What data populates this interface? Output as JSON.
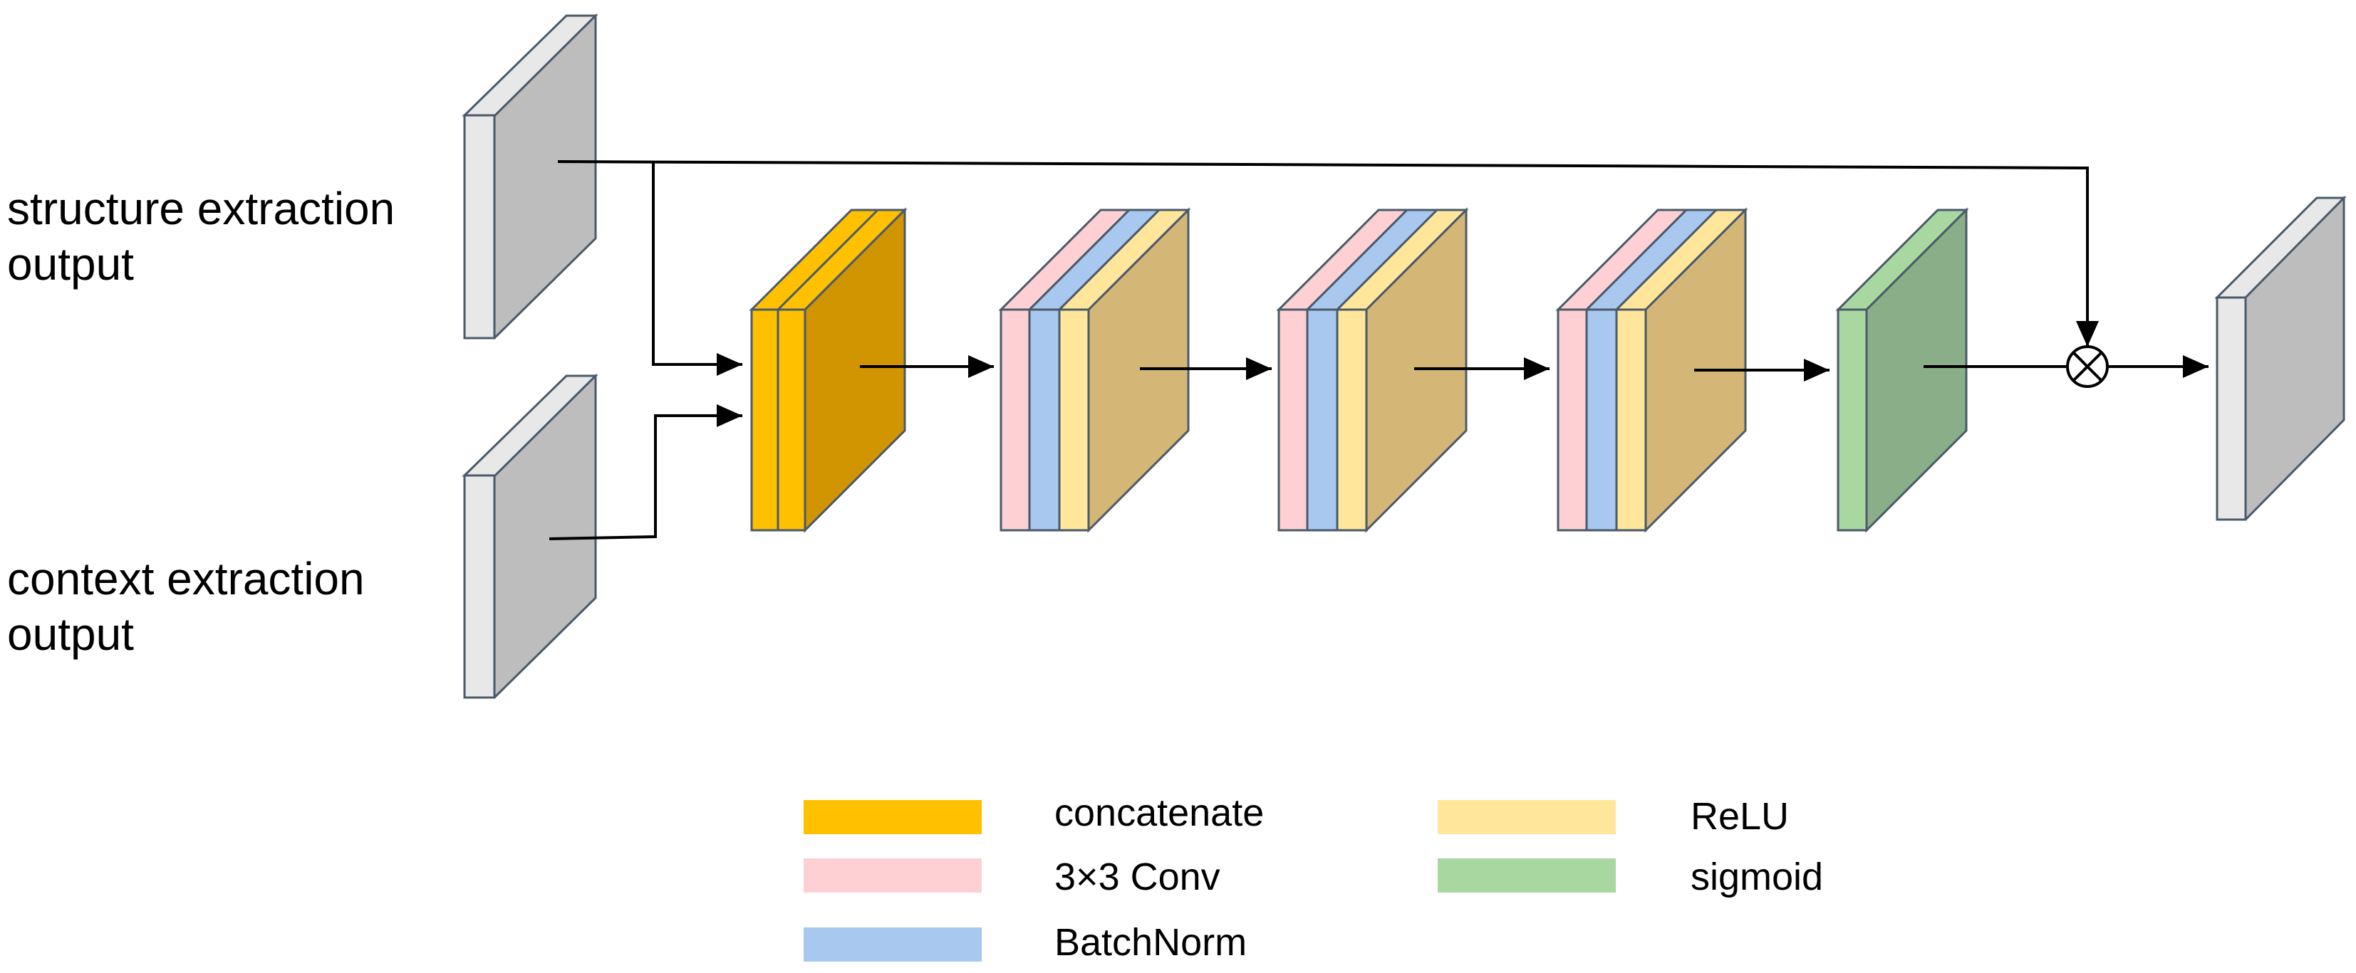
{
  "inputs": {
    "structure_label": [
      "structure extraction",
      "output"
    ],
    "context_label": [
      "context extraction",
      "output"
    ]
  },
  "legend": {
    "concatenate": "concatenate",
    "conv": "3×3 Conv",
    "batchnorm": "BatchNorm",
    "relu": "ReLU",
    "sigmoid": "sigmoid"
  },
  "operator": {
    "multiply_symbol": "⊗"
  },
  "colors": {
    "concatenate": "#FFC000",
    "conv": "#FFD0D3",
    "batchnorm": "#A8C8F0",
    "relu": "#FFE69A",
    "sigmoid": "#A9D7A0",
    "feature_map": "#BDBDBD",
    "feature_map_light": "#E8E8E8",
    "block_side_warm": "#D4B676",
    "block_side_sigmoid": "#89AE88",
    "block_side_concat": "#D09500",
    "edge": "#4A5A6A"
  }
}
